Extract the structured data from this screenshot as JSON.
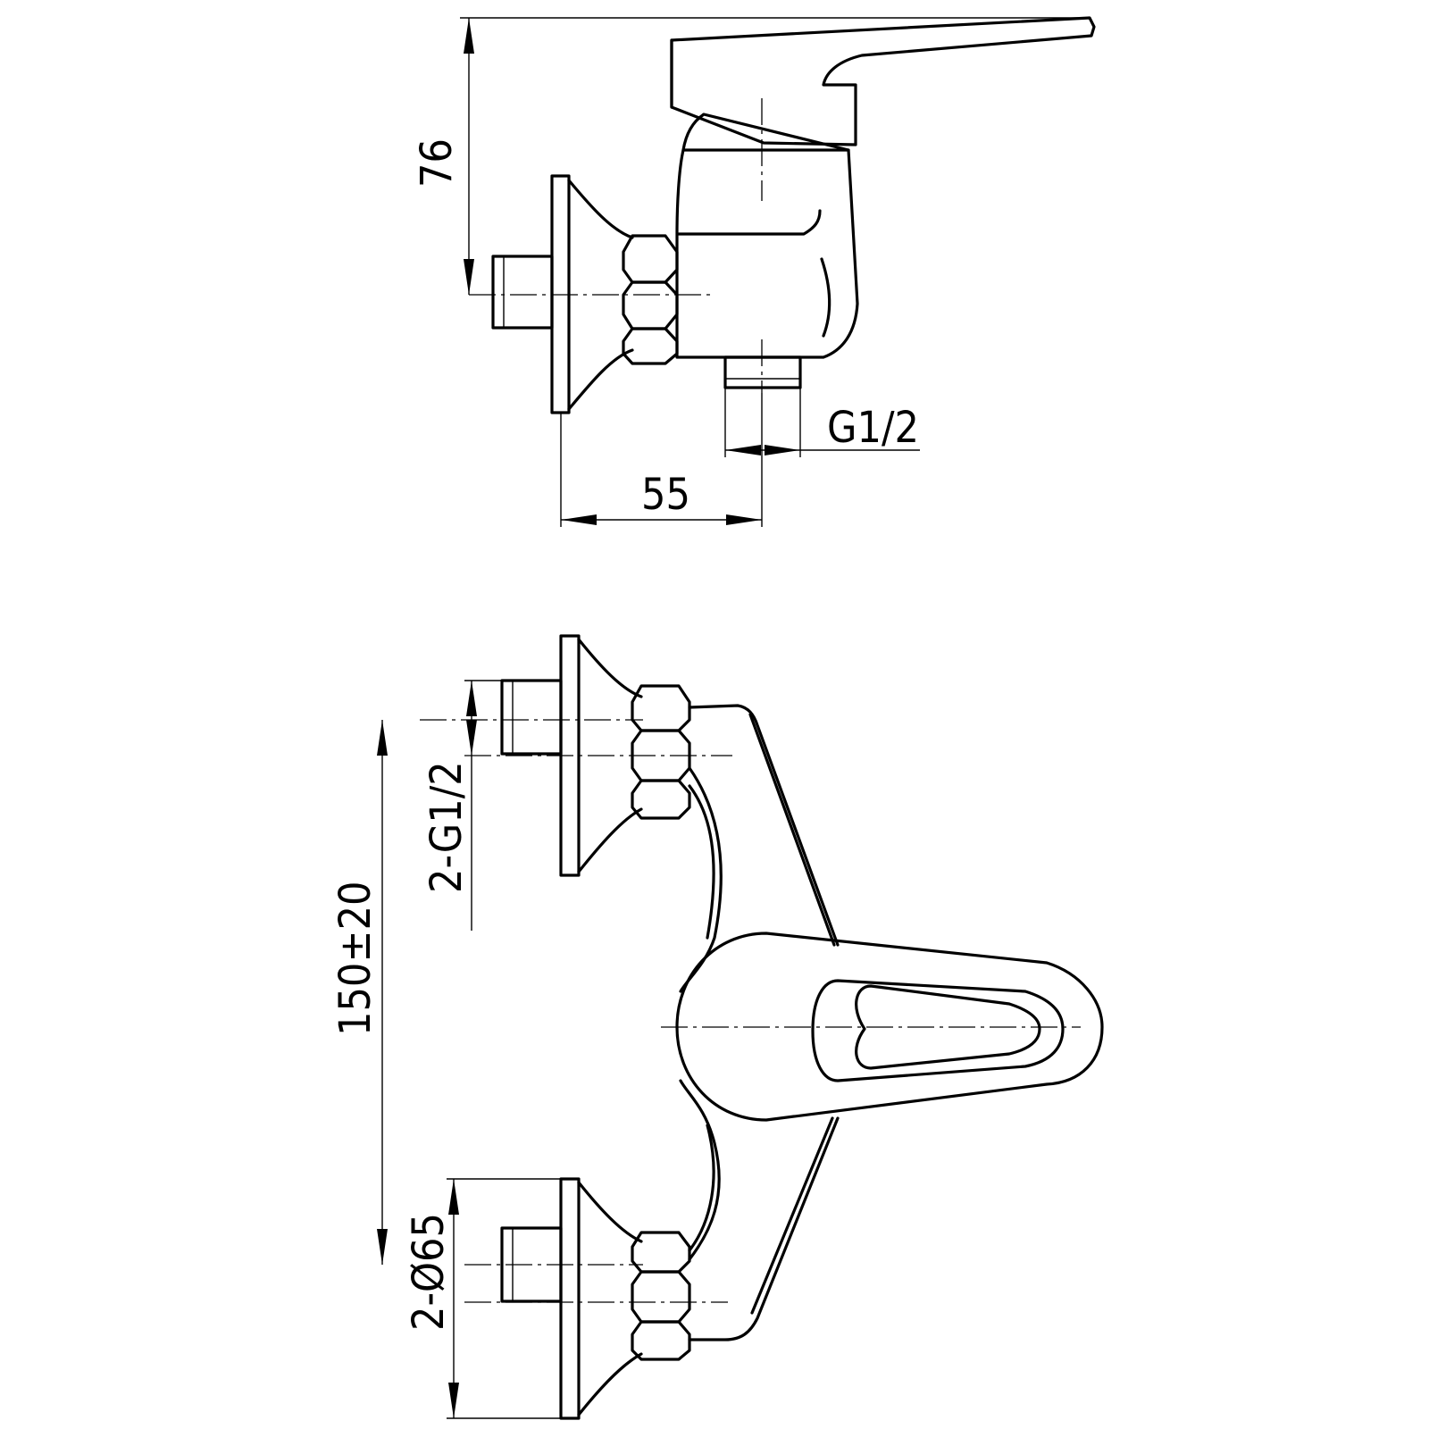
{
  "dimensions": {
    "height_76": "76",
    "offset_55": "55",
    "outlet_thread": "G1/2",
    "inlet_thread": "2-G1/2",
    "inlet_spacing": "150±20",
    "flange_diameter": "2-Ø65"
  }
}
